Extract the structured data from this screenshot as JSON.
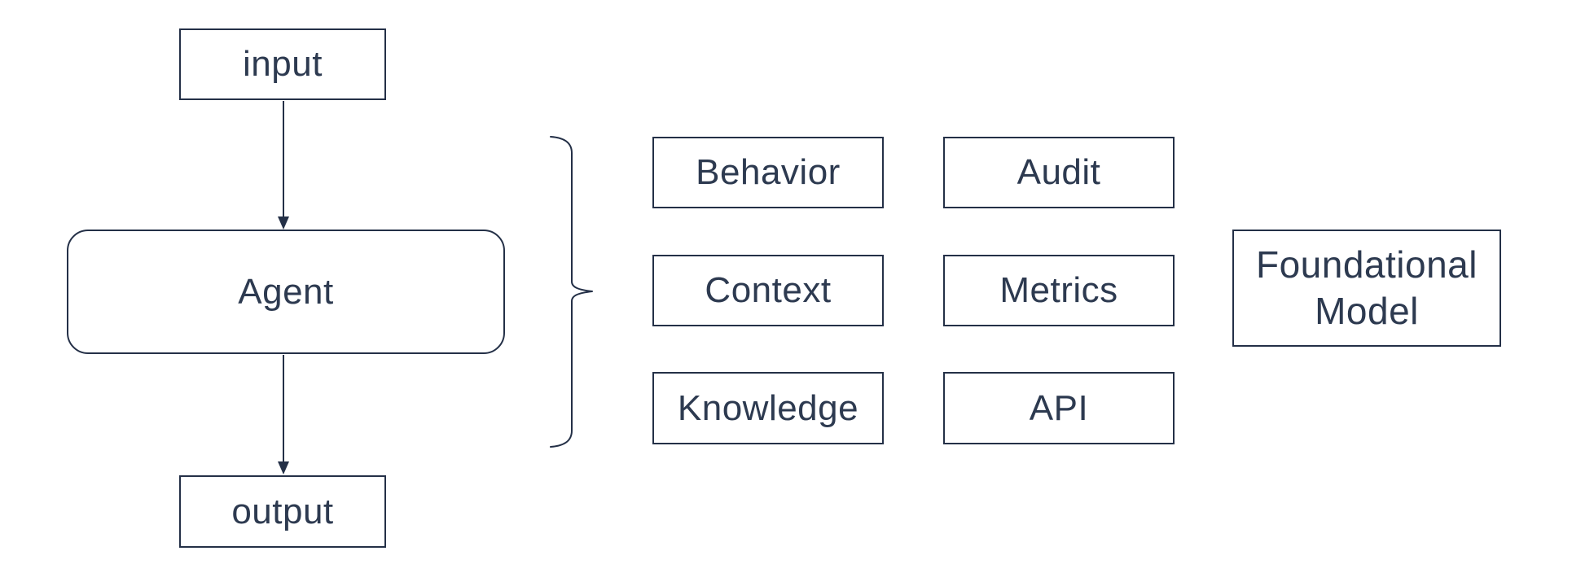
{
  "diagram": {
    "nodes": {
      "input": "input",
      "agent": "Agent",
      "output": "output",
      "foundational_model": "Foundational Model"
    },
    "component_grid": {
      "col1": [
        "Behavior",
        "Context",
        "Knowledge"
      ],
      "col2": [
        "Audit",
        "Metrics",
        "API"
      ]
    }
  },
  "theme": {
    "ink": "#243047",
    "text_color": "#2d3a50",
    "background": "#ffffff"
  }
}
